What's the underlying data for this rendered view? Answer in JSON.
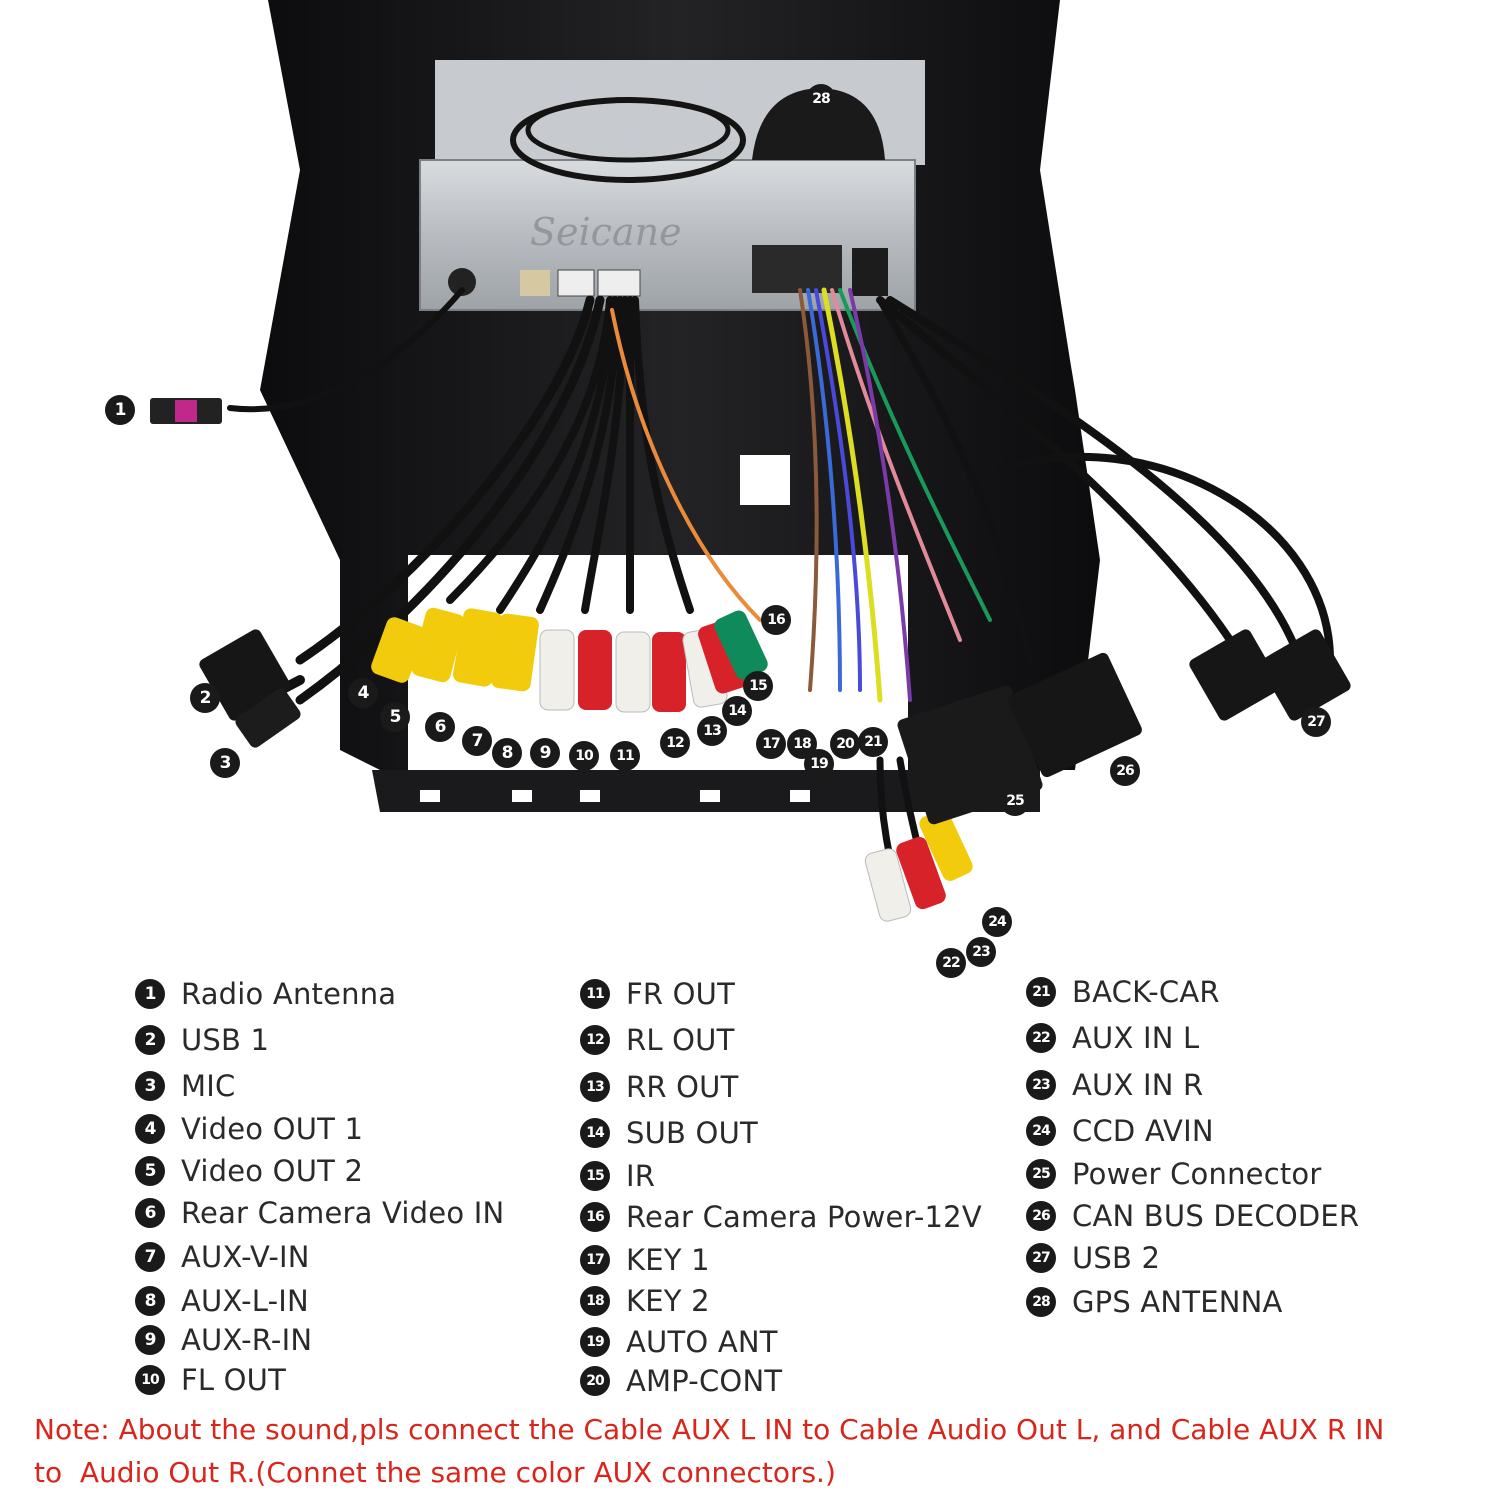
{
  "photo": {
    "brand_watermark": "Seicane"
  },
  "callouts": [
    "1",
    "2",
    "3",
    "4",
    "5",
    "6",
    "7",
    "8",
    "9",
    "10",
    "11",
    "12",
    "13",
    "14",
    "15",
    "16",
    "17",
    "18",
    "19",
    "20",
    "21",
    "22",
    "23",
    "24",
    "25",
    "26",
    "27",
    "28"
  ],
  "legend": {
    "col1": [
      {
        "num": "1",
        "label": "Radio Antenna"
      },
      {
        "num": "2",
        "label": "USB 1"
      },
      {
        "num": "3",
        "label": "MIC"
      },
      {
        "num": "4",
        "label": "Video OUT 1"
      },
      {
        "num": "5",
        "label": "Video OUT 2"
      },
      {
        "num": "6",
        "label": "Rear Camera Video IN"
      },
      {
        "num": "7",
        "label": "AUX-V-IN"
      },
      {
        "num": "8",
        "label": "AUX-L-IN"
      },
      {
        "num": "9",
        "label": "AUX-R-IN"
      },
      {
        "num": "10",
        "label": "FL OUT"
      }
    ],
    "col2": [
      {
        "num": "11",
        "label": "FR OUT"
      },
      {
        "num": "12",
        "label": "RL OUT"
      },
      {
        "num": "13",
        "label": "RR OUT"
      },
      {
        "num": "14",
        "label": "SUB OUT"
      },
      {
        "num": "15",
        "label": "IR"
      },
      {
        "num": "16",
        "label": "Rear Camera Power-12V"
      },
      {
        "num": "17",
        "label": "KEY 1"
      },
      {
        "num": "18",
        "label": "KEY 2"
      },
      {
        "num": "19",
        "label": "AUTO ANT"
      },
      {
        "num": "20",
        "label": "AMP-CONT"
      }
    ],
    "col3": [
      {
        "num": "21",
        "label": "BACK-CAR"
      },
      {
        "num": "22",
        "label": "AUX IN L"
      },
      {
        "num": "23",
        "label": "AUX IN R"
      },
      {
        "num": "24",
        "label": "CCD AVIN"
      },
      {
        "num": "25",
        "label": "Power Connector"
      },
      {
        "num": "26",
        "label": "CAN BUS DECODER"
      },
      {
        "num": "27",
        "label": "USB 2"
      },
      {
        "num": "28",
        "label": "GPS ANTENNA"
      }
    ]
  },
  "note": {
    "line1": "Note: About the sound,pls connect the Cable AUX L IN to Cable Audio Out L, and Cable AUX R IN",
    "line2": "to  Audio Out R.(Connet the same color AUX connectors.)"
  },
  "colors": {
    "note_text": "#d9261c",
    "callout_bg": "#1a1a1a",
    "rca_yellow": "#f2cc0c",
    "rca_red": "#d8222a",
    "rca_white": "#f0efea",
    "rca_green": "#0f8a5a",
    "frame_black": "#141416"
  }
}
